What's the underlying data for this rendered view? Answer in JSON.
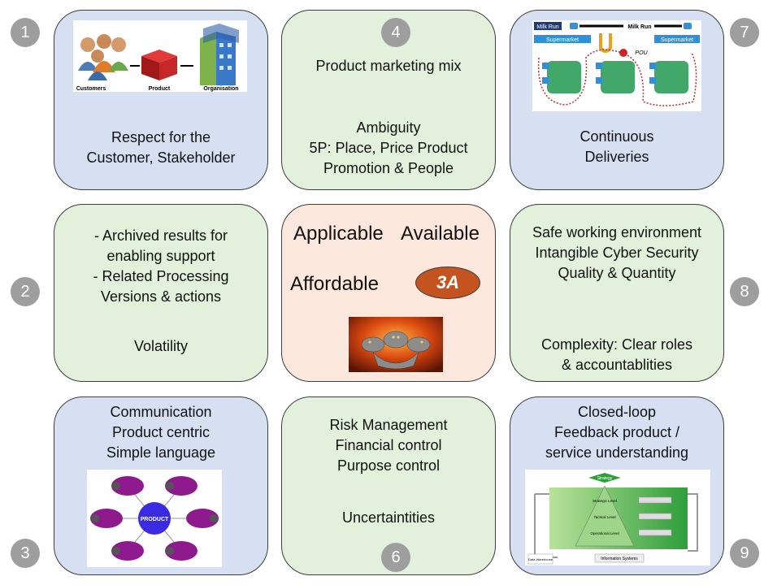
{
  "numbers": [
    "1",
    "2",
    "3",
    "4",
    "6",
    "7",
    "8",
    "9"
  ],
  "cards": {
    "c1": {
      "lines": [
        "Respect for the",
        "Customer, Stakeholder"
      ],
      "image_labels": [
        "Customers",
        "Product",
        "Organisation"
      ]
    },
    "c4": {
      "lines_top": [
        "Product marketing mix"
      ],
      "lines": [
        "Ambiguity",
        "5P: Place, Price Product",
        "Promotion & People"
      ]
    },
    "c7": {
      "lines": [
        "Continuous",
        "Deliveries"
      ],
      "image_labels": [
        "Milk Run",
        "Milk Run",
        "Supermarket",
        "Supermarket",
        "POU"
      ]
    },
    "c2": {
      "lines": [
        "- Archived results for",
        "enabling support",
        "- Related Processing",
        "Versions & actions"
      ],
      "lines_bottom": [
        "Volatility"
      ]
    },
    "center": {
      "applicable": "Applicable",
      "available": "Available",
      "affordable": "Affordable",
      "badge": "3A"
    },
    "c8": {
      "lines": [
        "Safe working environment",
        "Intangible Cyber Security",
        "Quality & Quantity"
      ],
      "lines_bottom": [
        "Complexity: Clear roles",
        "& accountablities"
      ]
    },
    "c3": {
      "lines": [
        "Communication",
        "Product centric",
        "Simple language"
      ],
      "image_center": "PRODUCT"
    },
    "c6": {
      "lines": [
        "Risk Management",
        "Financial control",
        "Purpose control"
      ],
      "lines_bottom": [
        "Uncertaintities"
      ]
    },
    "c9": {
      "lines": [
        "Closed-loop",
        "Feedback product /",
        "service understanding"
      ],
      "image_labels": [
        "Strategy",
        "Strategic Level",
        "Tactical Level",
        "Operational Level",
        "Information Systems",
        "Data Warehouse"
      ]
    }
  },
  "colors": {
    "blue_card": "#d6e0f2",
    "green_card": "#e3f0dc",
    "center_card": "#fbe7dc",
    "badge": "#c5531f",
    "number_circle": "#9e9e9e"
  }
}
